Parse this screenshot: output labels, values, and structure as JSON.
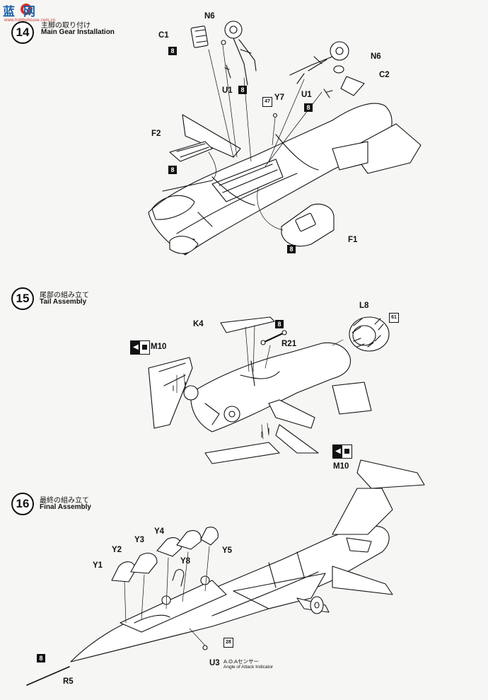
{
  "watermark": {
    "logo": "蓝网",
    "url": "www.hobbyhouse.com.cn"
  },
  "steps": [
    {
      "number": "14",
      "title_jp": "主脚の取り付け",
      "title_en": "Main Gear Installation"
    },
    {
      "number": "15",
      "title_jp": "尾部の組み立て",
      "title_en": "Tail Assembly"
    },
    {
      "number": "16",
      "title_jp": "最終の組み立て",
      "title_en": "Final Assembly"
    }
  ],
  "step14": {
    "labels": {
      "n6_left": "N6",
      "c1": "C1",
      "u1_left": "U1",
      "y7": "Y7",
      "f2": "F2",
      "n6_right": "N6",
      "c2": "C2",
      "u1_right": "U1",
      "f1": "F1"
    },
    "badges": {
      "c1": "8",
      "u1_left": "8",
      "f2": "8",
      "y7": "47",
      "u1_right": "8",
      "f1": "8"
    }
  },
  "step15": {
    "labels": {
      "k4": "K4",
      "l8": "L8",
      "r21": "R21",
      "m10_top": "M10",
      "m10_bottom": "M10"
    },
    "badges": {
      "r21": "8",
      "l8": "61"
    }
  },
  "step16": {
    "labels": {
      "y1": "Y1",
      "y2": "Y2",
      "y3": "Y3",
      "y4": "Y4",
      "y5": "Y5",
      "y8": "Y8",
      "u3": "U3",
      "r5": "R5"
    },
    "badges": {
      "r5": "8",
      "u3": "28"
    },
    "aoa_jp": "A.O.Aセンサー",
    "aoa_en": "Angle of Attack Indicator"
  },
  "colors": {
    "ink": "#111111",
    "paper": "#f6f6f4",
    "watermark_red": "#cc3333"
  }
}
